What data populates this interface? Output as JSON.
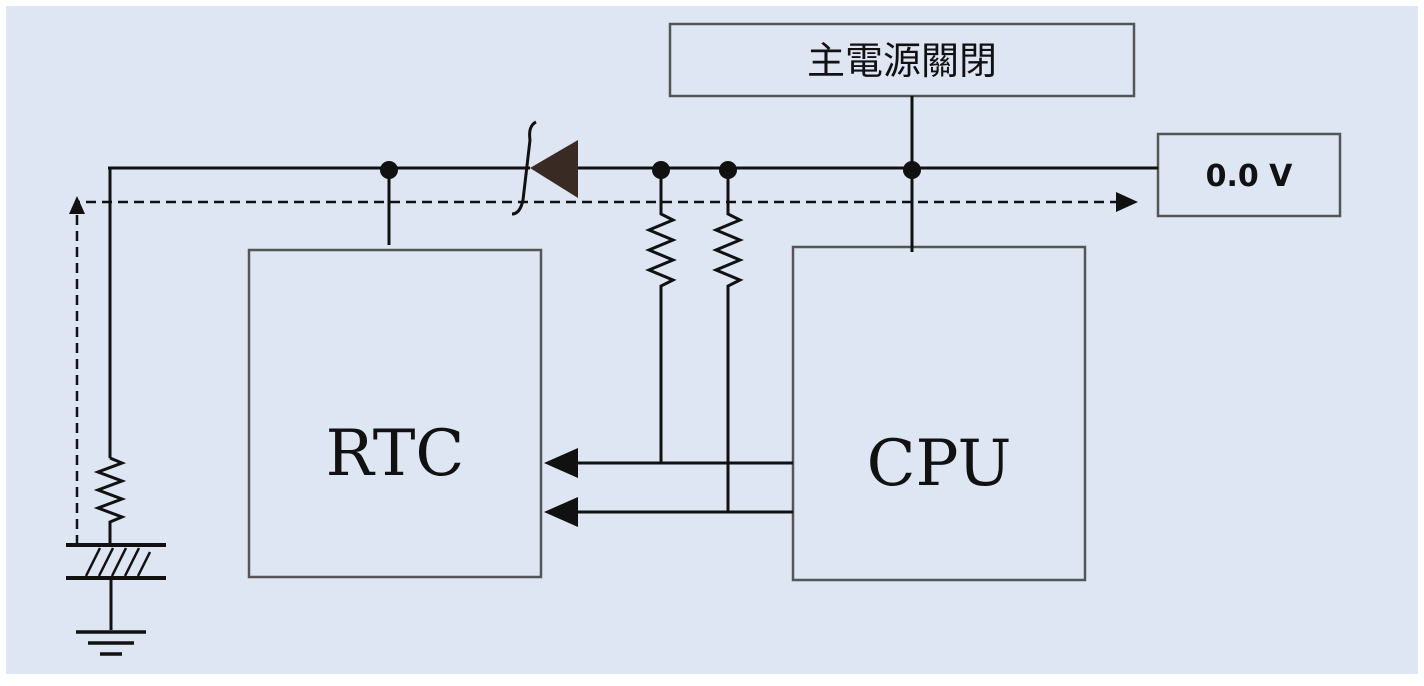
{
  "labels": {
    "main_power_off": "主電源關閉",
    "voltage_readout": "0.0 V",
    "rtc": "RTC",
    "cpu": "CPU"
  },
  "colors": {
    "background": "#dde6f2",
    "line": "#111111",
    "box_fill": "#dde6f2",
    "box_stroke": "#555555",
    "diode": "#3a2a24"
  }
}
